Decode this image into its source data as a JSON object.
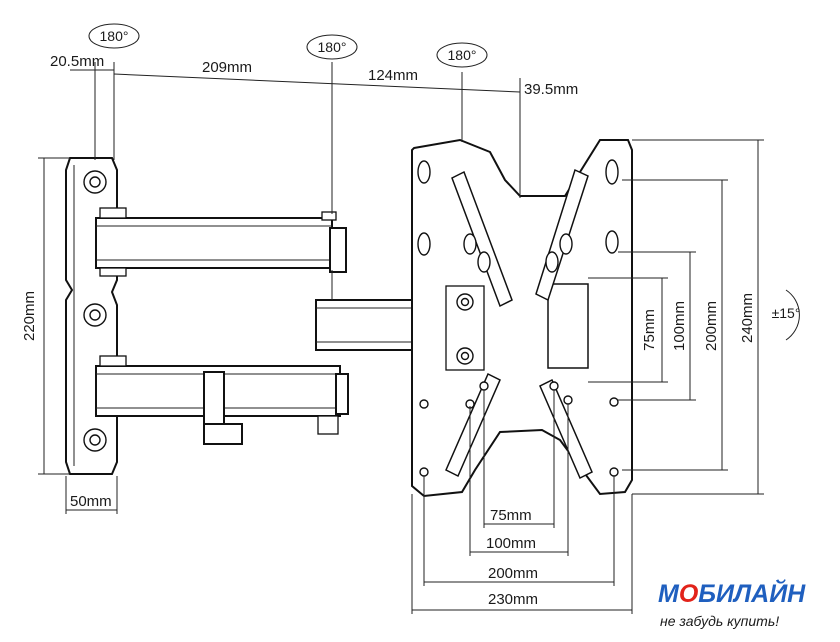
{
  "dimensions": {
    "d_20_5": "20.5mm",
    "d_209": "209mm",
    "d_124": "124mm",
    "d_39_5": "39.5mm",
    "d_220": "220mm",
    "d_50": "50mm",
    "d_75v": "75mm",
    "d_100v": "100mm",
    "d_200v": "200mm",
    "d_240v": "240mm",
    "d_75h": "75mm",
    "d_100h": "100mm",
    "d_200h": "200mm",
    "d_230h": "230mm"
  },
  "rotations": {
    "r1": "180°",
    "r2": "180°",
    "r3": "180°",
    "tilt": "±15°"
  },
  "logo": {
    "part1": "М",
    "part2": "О",
    "part3": "БИЛАЙН",
    "tagline": "не забудь купить!",
    "blue": "#1f5fbf",
    "red": "#e2231a"
  }
}
